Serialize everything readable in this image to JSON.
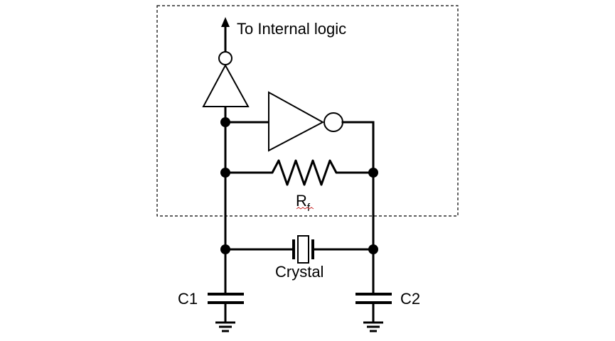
{
  "labels": {
    "output": "To Internal logic",
    "feedback_resistor": "R",
    "feedback_resistor_subscript": "f",
    "crystal": "Crystal",
    "cap_left": "C1",
    "cap_right": "C2"
  },
  "colors": {
    "line": "#000000",
    "background": "#ffffff",
    "squiggle": "#cc3333"
  }
}
